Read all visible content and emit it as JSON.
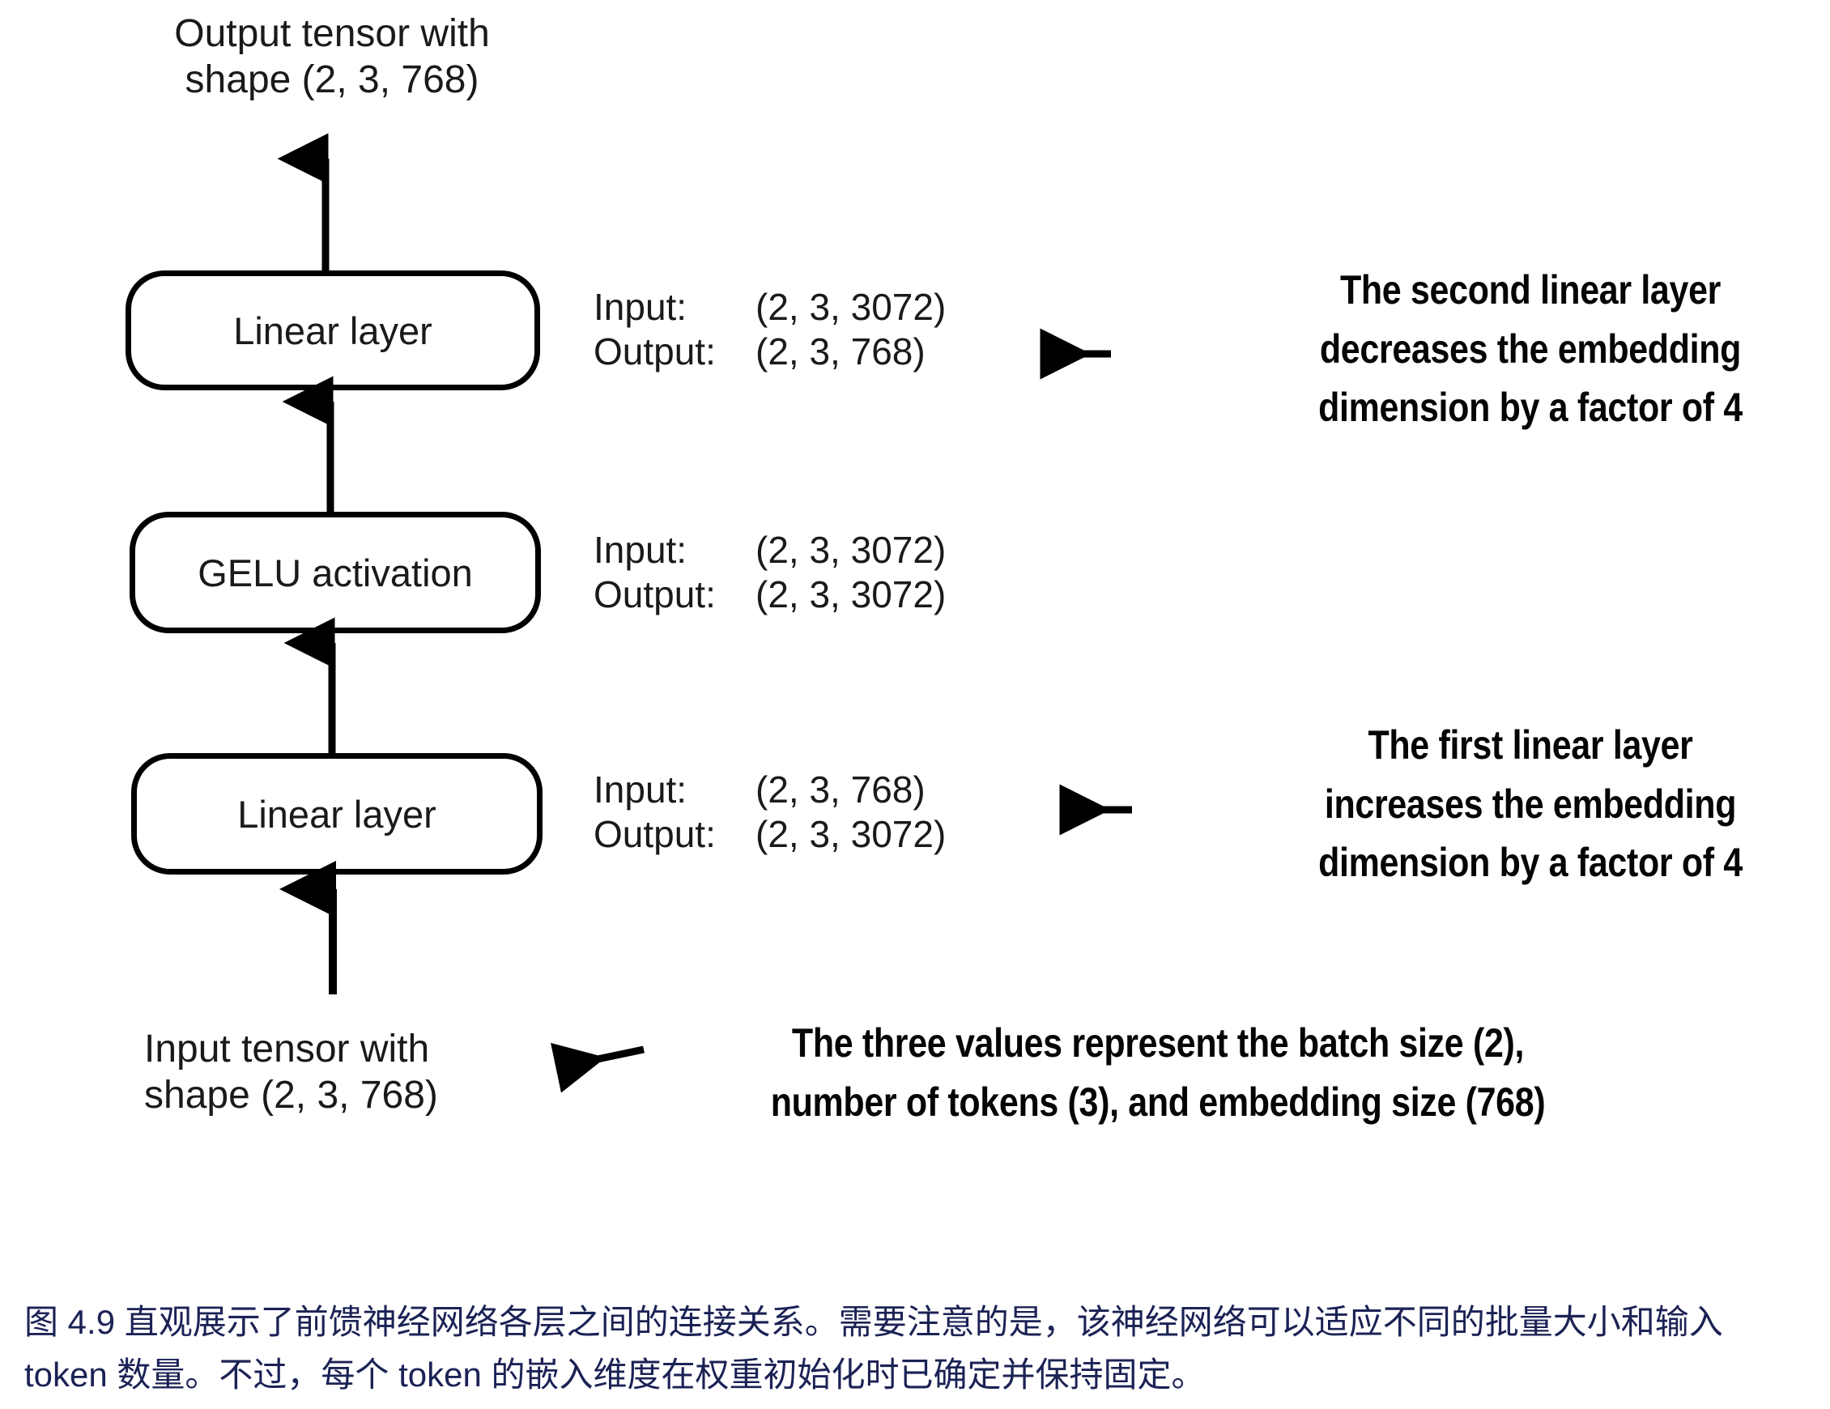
{
  "diagram": {
    "title_top": "Output tensor with\nshape (2, 3, 768)",
    "title_bottom": "Input tensor with\nshape (2, 3, 768)",
    "boxes": [
      {
        "id": "linear-2",
        "label": "Linear layer"
      },
      {
        "id": "gelu",
        "label": "GELU activation"
      },
      {
        "id": "linear-1",
        "label": "Linear layer"
      }
    ],
    "io_blocks": [
      {
        "id": "io-linear-2",
        "input_key": "Input:",
        "input_value": "(2, 3, 3072)",
        "output_key": "Output:",
        "output_value": "(2, 3, 768)"
      },
      {
        "id": "io-gelu",
        "input_key": "Input:",
        "input_value": "(2, 3, 3072)",
        "output_key": "Output:",
        "output_value": "(2, 3, 3072)"
      },
      {
        "id": "io-linear-1",
        "input_key": "Input:",
        "input_value": "(2, 3, 768)",
        "output_key": "Output:",
        "output_value": "(2, 3, 3072)"
      }
    ],
    "annotations": [
      {
        "id": "note-second-linear",
        "text": "The second linear layer decreases the embedding dimension by a factor of 4"
      },
      {
        "id": "note-first-linear",
        "text": "The first linear layer increases the embedding dimension by a factor of 4"
      },
      {
        "id": "note-three-values",
        "text": "The three values represent the batch size (2), number of tokens (3), and embedding size (768)"
      }
    ],
    "colors": {
      "stroke": "#000000",
      "text": "#1a1a1a",
      "caption": "#1b2255",
      "background": "#ffffff"
    }
  },
  "caption": {
    "text": "图 4.9 直观展示了前馈神经网络各层之间的连接关系。需要注意的是，该神经网络可以适应不同的批量大小和输入 token 数量。不过，每个 token 的嵌入维度在权重初始化时已确定并保持固定。"
  }
}
